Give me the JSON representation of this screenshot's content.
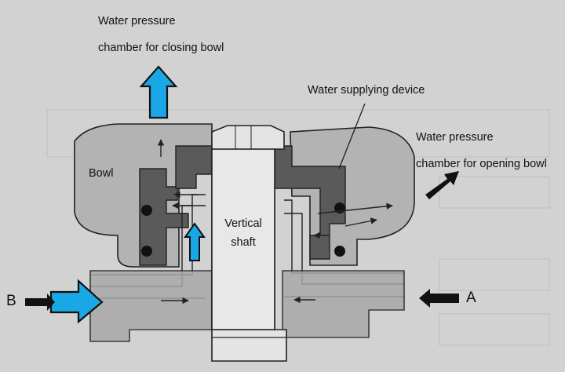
{
  "labels": {
    "closing_chamber_line1": "Water pressure",
    "closing_chamber_line2": "chamber for closing bowl",
    "water_supplying_device": "Water supplying device",
    "opening_chamber_line1": "Water pressure",
    "opening_chamber_line2": "chamber for opening bowl",
    "bowl": "Bowl",
    "vertical_shaft_line1": "Vertical",
    "vertical_shaft_line2": "shaft",
    "inlet_b": "B",
    "inlet_a": "A"
  },
  "colors": {
    "background": "#d2d2d2",
    "bowl_fill": "#b3b3b3",
    "dark_part": "#5a5a5a",
    "light_part": "#c4c4c4",
    "flow_arrow_blue": "#1aa7e6",
    "outline": "#222222"
  },
  "icons": {
    "flow_arrow": "blue-flow-arrow-icon",
    "black_arrow": "black-arrow-icon",
    "seal": "o-ring-seal-icon"
  }
}
